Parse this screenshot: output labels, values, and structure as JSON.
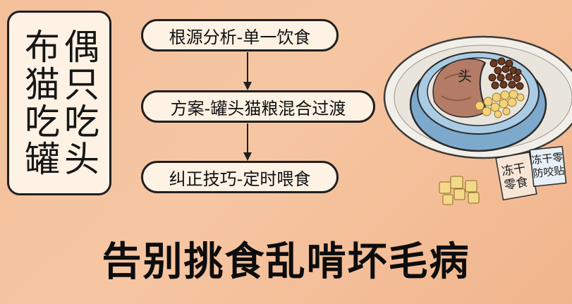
{
  "left_card": {
    "col_right": "布猫吃罐",
    "col_left": "偶只吃头"
  },
  "steps": [
    "根源分析-单一饮食",
    "方案-罐头猫粮混合过渡",
    "纠正技巧-定时喂食"
  ],
  "bowl": {
    "canned_label": "头"
  },
  "packets": {
    "freeze_dried": [
      "冻干",
      "零食"
    ],
    "bite_proof": [
      "冻干零",
      "防咬贴"
    ]
  },
  "title": "告别挑食乱啃坏毛病",
  "colors": {
    "background": "#f4c19e",
    "card": "#fdf2e4",
    "outline": "#1f1f1f",
    "bowl_blue": "#8fb7d6",
    "kibble_brown": "#6b3a22",
    "kibble_yellow": "#f3d27a"
  }
}
